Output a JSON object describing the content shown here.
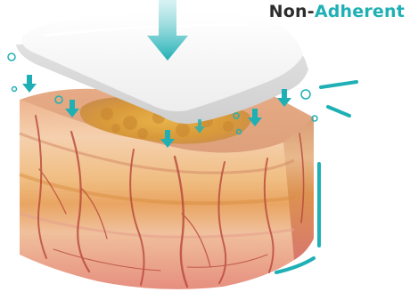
{
  "title": {
    "part1": "Non-",
    "part2": "Adherent"
  },
  "colors": {
    "accent": "#1fb0b5",
    "heading_dark": "#2c2c2c",
    "pad": "#f4f4f4",
    "arrow_gray": "#9a9ea2",
    "skin_epidermis": "#e9b48c",
    "skin_dermis": "#f2c9a2",
    "skin_fat": "#e8a868",
    "skin_base": "#e89a86",
    "vessel": "#b8473a"
  },
  "icons": {
    "big_arrow": "arrow-down-large-icon",
    "gray_arrows": "arrow-up-gray-icon",
    "small_arrows": "arrow-down-small-icon",
    "bubbles": "bubble-circle-icon",
    "dashes": "dash-line-accent"
  }
}
